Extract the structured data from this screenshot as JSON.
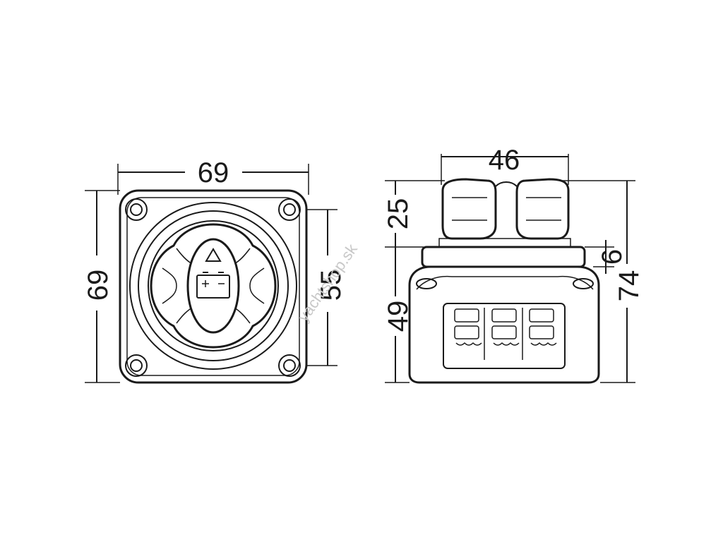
{
  "dimensions": {
    "front_width": "69",
    "front_height": "69",
    "front_hole_spacing": "55",
    "side_top_width": "46",
    "side_knob_height": "25",
    "side_step_height": "6",
    "side_body_height": "49",
    "side_total_height": "74"
  },
  "watermark": "yachtshop.sk"
}
